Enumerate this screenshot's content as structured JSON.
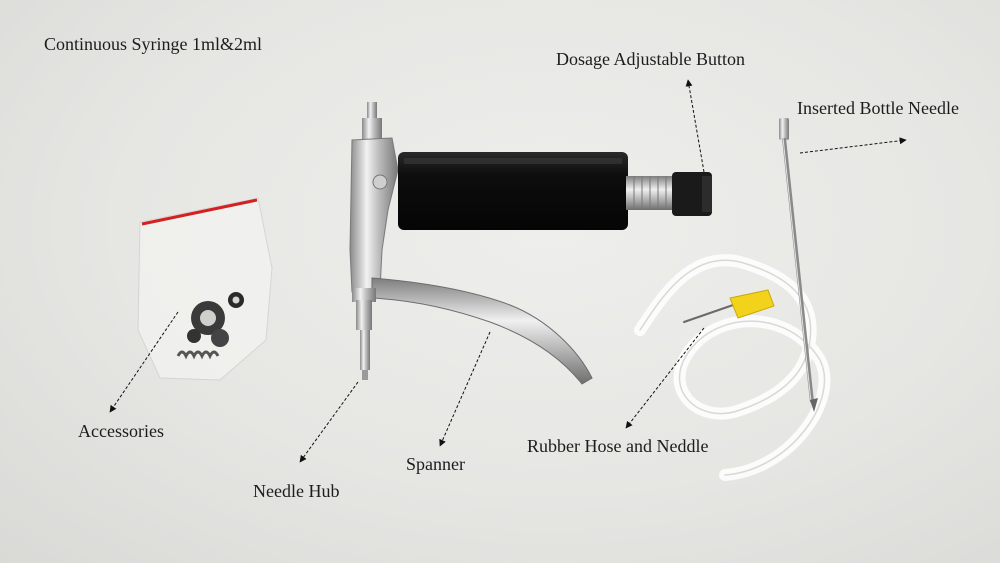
{
  "title": "Continuous Syringe 1ml&2ml",
  "labels": {
    "dosage_button": "Dosage Adjustable Button",
    "bottle_needle": "Inserted Bottle Needle",
    "accessories": "Accessories",
    "needle_hub": "Needle Hub",
    "spanner": "Spanner",
    "rubber_hose": "Rubber Hose and Neddle"
  },
  "colors": {
    "background": "#e8e8e5",
    "barrel": "#141414",
    "metal": "#b8b8b8",
    "hose": "#f4f4f0",
    "needle_hub_yellow": "#f2d21a",
    "bag_seal": "#d42020"
  }
}
